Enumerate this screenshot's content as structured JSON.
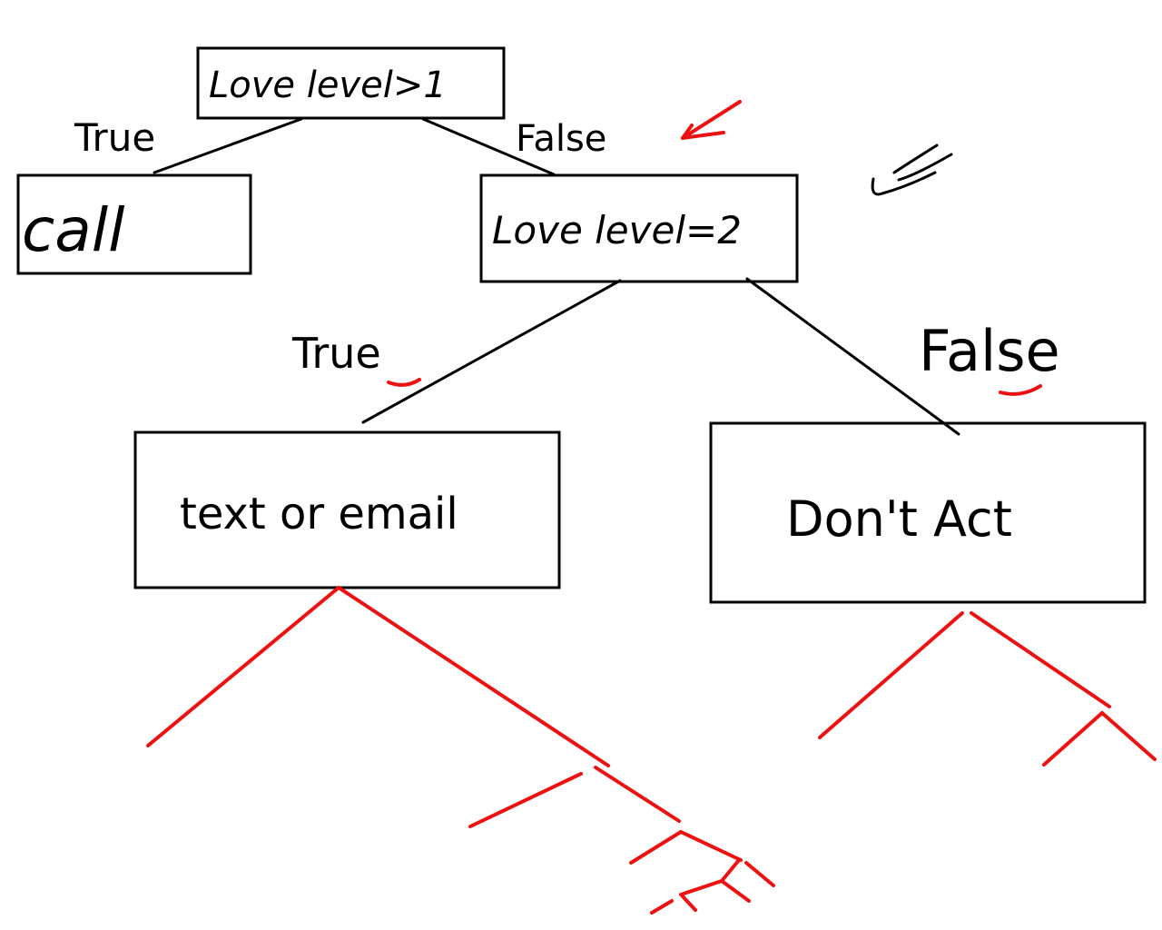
{
  "colors": {
    "ink": "#000000",
    "annotation": "#ee1111",
    "background": "#ffffff"
  },
  "nodes": {
    "root": {
      "label": "Love level>1"
    },
    "call": {
      "label": "call"
    },
    "second": {
      "label": "Love level=2"
    },
    "text_or_email": {
      "label": "text or email"
    },
    "dont_act": {
      "label": "Don't Act"
    }
  },
  "edges": {
    "root_true": {
      "label": "True"
    },
    "root_false": {
      "label": "False"
    },
    "second_true": {
      "label": "True"
    },
    "second_false": {
      "label": "False"
    }
  }
}
